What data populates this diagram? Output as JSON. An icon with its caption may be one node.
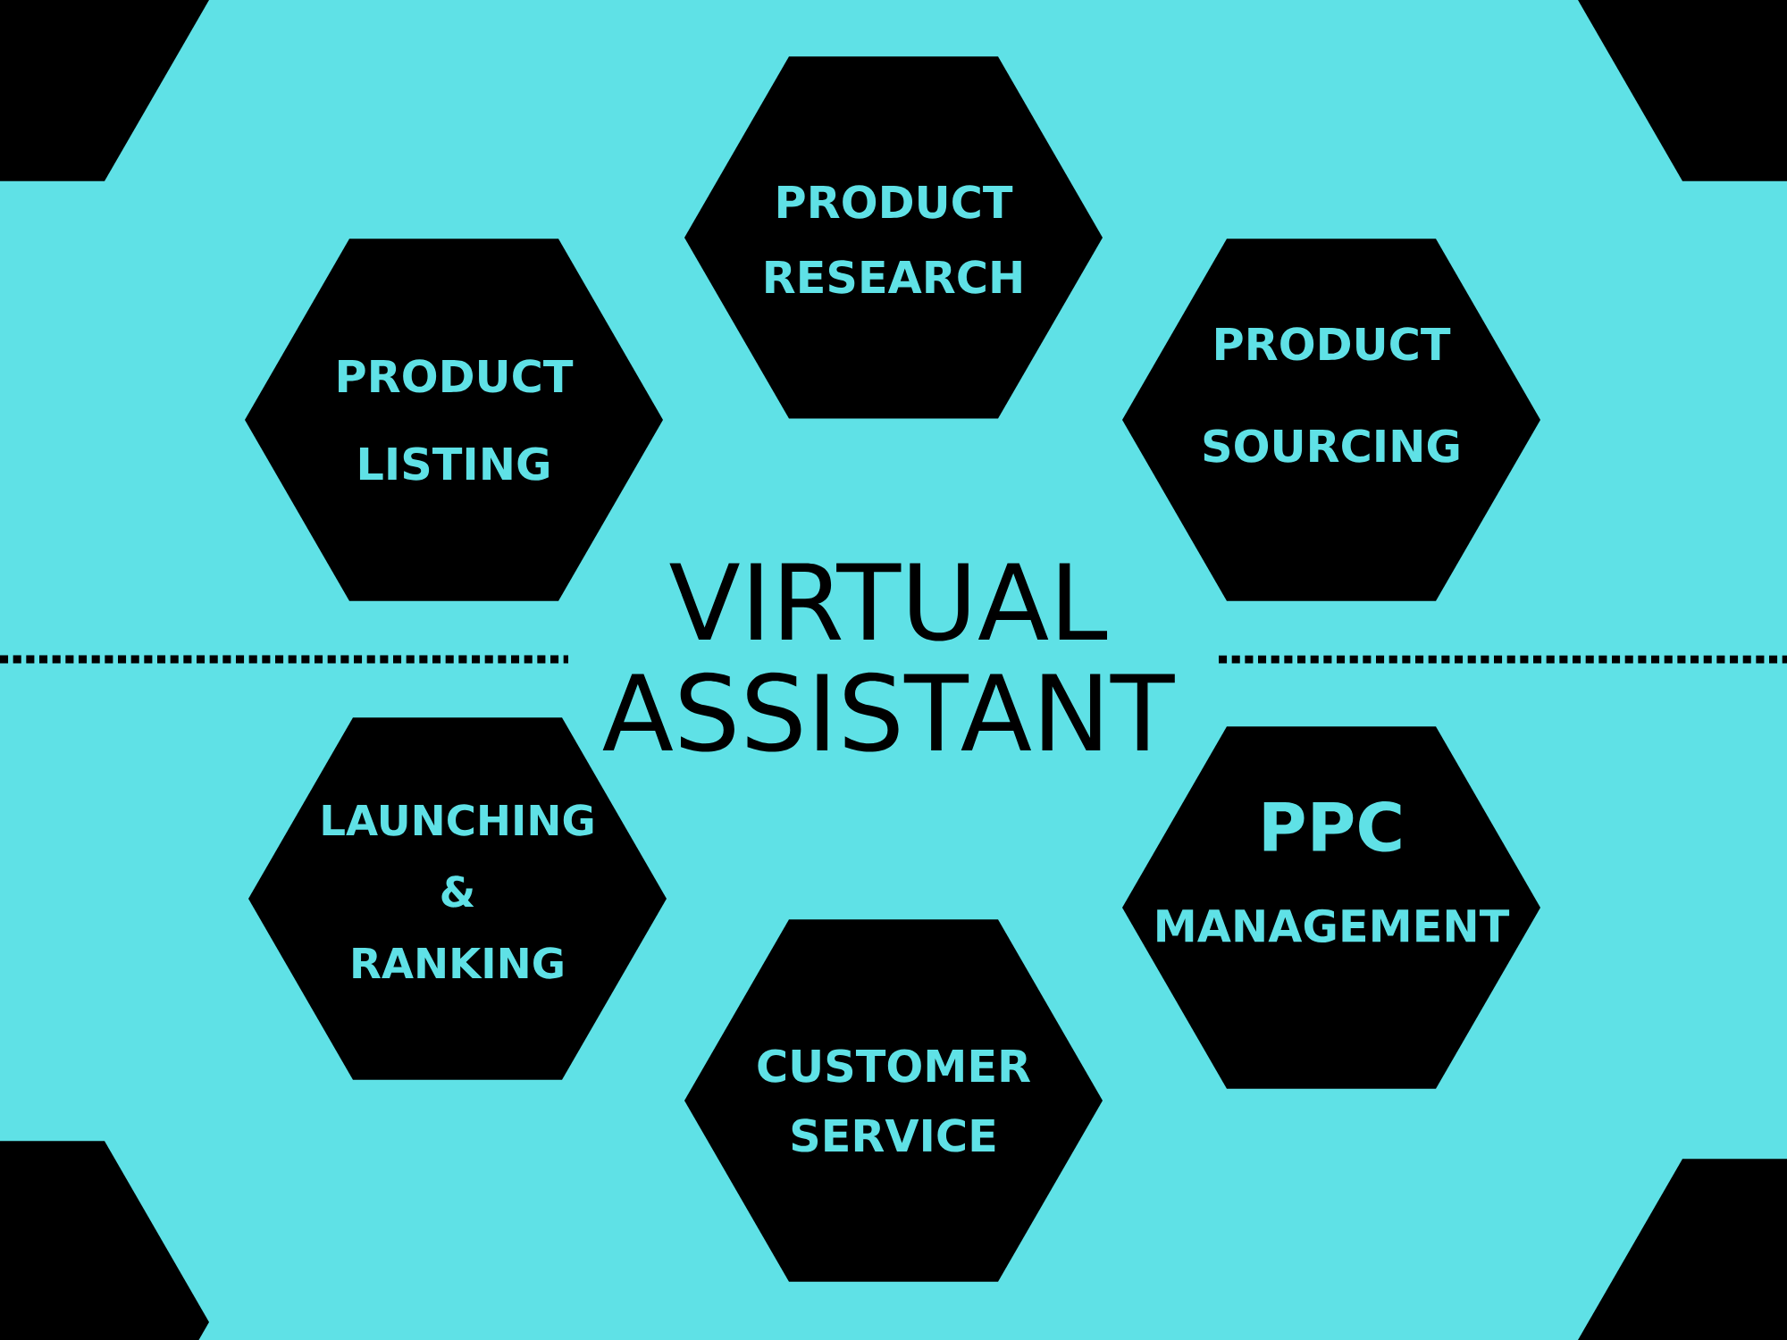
{
  "diagram": {
    "title": "VIRTUAL ASSISTANT",
    "nodes": [
      {
        "text": [],
        "shape": "hexagon"
      },
      {
        "text": [],
        "shape": "hexagon"
      },
      {
        "text": [
          "PRODUCT RESEARCH"
        ]
      },
      {
        "text": [
          "PRODUCT LISTING"
        ]
      },
      {
        "text": [
          "PRODUCT SOURCING"
        ]
      },
      {
        "text": [
          "LAUNCHING & RANKING"
        ]
      },
      {
        "text": [
          "PPC",
          "MANAGEMENT"
        ]
      },
      {
        "text": [
          "CUSTOMER SERVICE"
        ]
      },
      {
        "text": [],
        "shape": "hexagon"
      },
      {
        "text": [],
        "shape": "hexagon"
      }
    ]
  }
}
